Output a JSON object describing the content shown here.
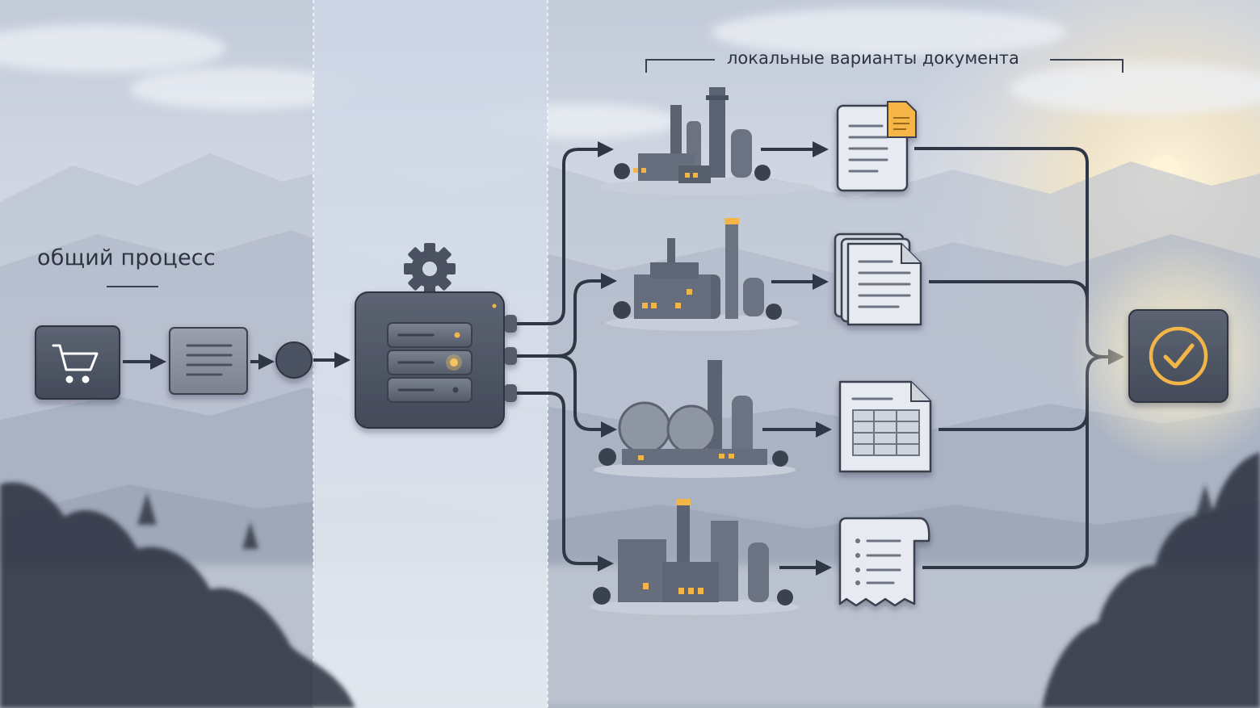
{
  "labels": {
    "left_title": "общий процесс",
    "top_title": "локальные варианты документа"
  },
  "icons": {
    "cart": "shopping-cart-icon",
    "document": "document-icon",
    "node": "circle-node",
    "gear": "gear-icon",
    "server": "server-icon",
    "factory": "factory-icon",
    "check": "checkmark-icon"
  },
  "colors": {
    "panel_dark": "#4a5160",
    "panel_light": "#8b919e",
    "line": "#2f3645",
    "accent": "#f2b547",
    "doc_fill": "#e7eaf0",
    "doc_tab": "#f5b54a",
    "sky_top": "#c9d1df",
    "sun": "#fff3d6"
  }
}
